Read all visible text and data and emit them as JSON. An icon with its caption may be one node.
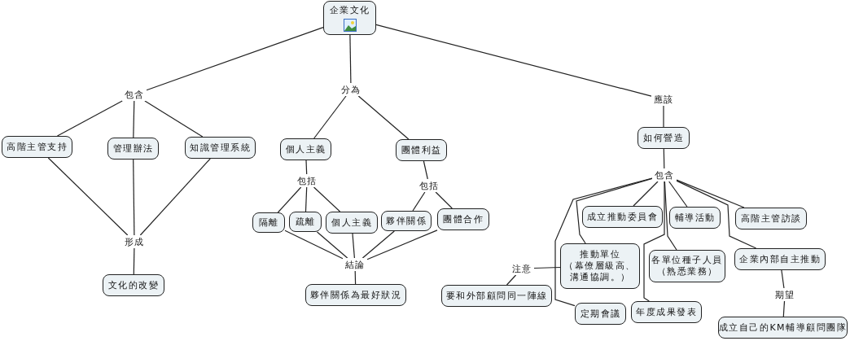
{
  "diagram": {
    "nodes": [
      {
        "text": [
          "企業文化"
        ]
      },
      {
        "text": [
          "包含"
        ]
      },
      {
        "text": [
          "分為"
        ]
      },
      {
        "text": [
          "應該"
        ]
      },
      {
        "text": [
          "高階主管支持"
        ]
      },
      {
        "text": [
          "管理辦法"
        ]
      },
      {
        "text": [
          "知識管理系統"
        ]
      },
      {
        "text": [
          "個人主義"
        ]
      },
      {
        "text": [
          "團體利益"
        ]
      },
      {
        "text": [
          "如何營造"
        ]
      },
      {
        "text": [
          "形成"
        ]
      },
      {
        "text": [
          "文化的改變"
        ]
      },
      {
        "text": [
          "包括"
        ]
      },
      {
        "text": [
          "包括"
        ]
      },
      {
        "text": [
          "隔離"
        ]
      },
      {
        "text": [
          "疏離"
        ]
      },
      {
        "text": [
          "個人主義"
        ]
      },
      {
        "text": [
          "夥伴關係"
        ]
      },
      {
        "text": [
          "團體合作"
        ]
      },
      {
        "text": [
          "結論"
        ]
      },
      {
        "text": [
          "夥伴關係為最好狀況"
        ]
      },
      {
        "text": [
          "包含"
        ]
      },
      {
        "text": [
          "成立推動委員會"
        ]
      },
      {
        "text": [
          "輔導活動"
        ]
      },
      {
        "text": [
          "高階主管訪談"
        ]
      },
      {
        "text": [
          "注意"
        ]
      },
      {
        "text": [
          "推動單位",
          "（幕僚層級高、溝通協調。）"
        ]
      },
      {
        "text": [
          "各單位種子人員",
          "（熟悉業務）"
        ]
      },
      {
        "text": [
          "企業內部自主推動"
        ]
      },
      {
        "text": [
          "要和外部顧問同一陣線"
        ]
      },
      {
        "text": [
          "定期會議"
        ]
      },
      {
        "text": [
          "年度成果發表"
        ]
      },
      {
        "text": [
          "期望"
        ]
      },
      {
        "text": [
          "成立自己的KM輔導顧問團隊"
        ]
      }
    ],
    "edges": [
      {
        "from": 0,
        "to": 1,
        "arrow": "none"
      },
      {
        "from": 0,
        "to": 2,
        "arrow": "none"
      },
      {
        "from": 0,
        "to": 3,
        "arrow": "none"
      },
      {
        "from": 1,
        "to": 4,
        "arrow": "none"
      },
      {
        "from": 1,
        "to": 5,
        "arrow": "none"
      },
      {
        "from": 1,
        "to": 6,
        "arrow": "none"
      },
      {
        "from": 2,
        "to": 7,
        "arrow": "none"
      },
      {
        "from": 2,
        "to": 8,
        "arrow": "none"
      },
      {
        "from": 3,
        "to": 9,
        "arrow": "none"
      },
      {
        "from": 4,
        "to": 10,
        "arrow": "none"
      },
      {
        "from": 5,
        "to": 10,
        "arrow": "none"
      },
      {
        "from": 6,
        "to": 10,
        "arrow": "none"
      },
      {
        "from": 10,
        "to": 11,
        "arrow": "none"
      },
      {
        "from": 7,
        "to": 12,
        "arrow": "none"
      },
      {
        "from": 8,
        "to": 13,
        "arrow": "none"
      },
      {
        "from": 12,
        "to": 14,
        "arrow": "none"
      },
      {
        "from": 12,
        "to": 15,
        "arrow": "none"
      },
      {
        "from": 12,
        "to": 16,
        "arrow": "none"
      },
      {
        "from": 13,
        "to": 17,
        "arrow": "none"
      },
      {
        "from": 13,
        "to": 18,
        "arrow": "none"
      },
      {
        "from": 14,
        "to": 19,
        "arrow": "none"
      },
      {
        "from": 15,
        "to": 19,
        "arrow": "none"
      },
      {
        "from": 16,
        "to": 19,
        "arrow": "none"
      },
      {
        "from": 17,
        "to": 19,
        "arrow": "none"
      },
      {
        "from": 18,
        "to": 19,
        "arrow": "none"
      },
      {
        "from": 19,
        "to": 20,
        "arrow": "none"
      },
      {
        "from": 9,
        "to": 21,
        "arrow": "none"
      },
      {
        "from": 21,
        "to": 22,
        "arrow": "none"
      },
      {
        "from": 21,
        "to": 26,
        "arrow": "none"
      },
      {
        "from": 21,
        "to": 30,
        "arrow": "none"
      },
      {
        "from": 21,
        "to": 31,
        "arrow": "none"
      },
      {
        "from": 21,
        "to": 27,
        "arrow": "none"
      },
      {
        "from": 21,
        "to": 23,
        "arrow": "none"
      },
      {
        "from": 21,
        "to": 28,
        "arrow": "none"
      },
      {
        "from": 21,
        "to": 24,
        "arrow": "none"
      },
      {
        "from": 26,
        "to": 25,
        "arrow": "none"
      },
      {
        "from": 25,
        "to": 29,
        "arrow": "none"
      },
      {
        "from": 28,
        "to": 32,
        "arrow": "none"
      },
      {
        "from": 32,
        "to": 33,
        "arrow": "none"
      }
    ]
  }
}
